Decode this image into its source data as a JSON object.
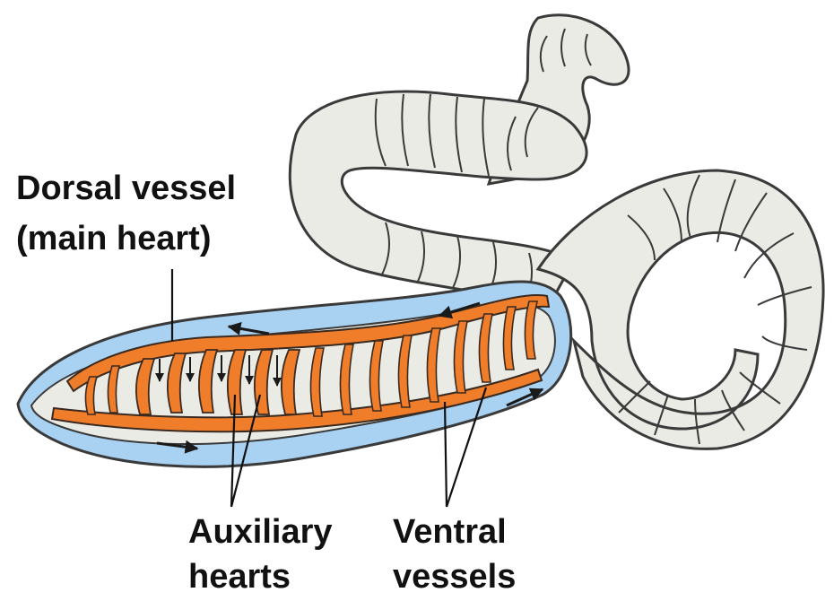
{
  "labels": {
    "dorsal_line1": "Dorsal vessel",
    "dorsal_line2": "(main heart)",
    "aux_line1": "Auxiliary",
    "aux_line2": "hearts",
    "ventral_line1": "Ventral",
    "ventral_line2": "vessels"
  },
  "colors": {
    "body": "#ebebe6",
    "body_outline": "#3a3a3a",
    "coelom_blue": "#a9d1f2",
    "vessel_orange": "#f07d2a",
    "vessel_outline": "#3a2a20",
    "arrow": "#1a1a1a",
    "text": "#111111"
  }
}
